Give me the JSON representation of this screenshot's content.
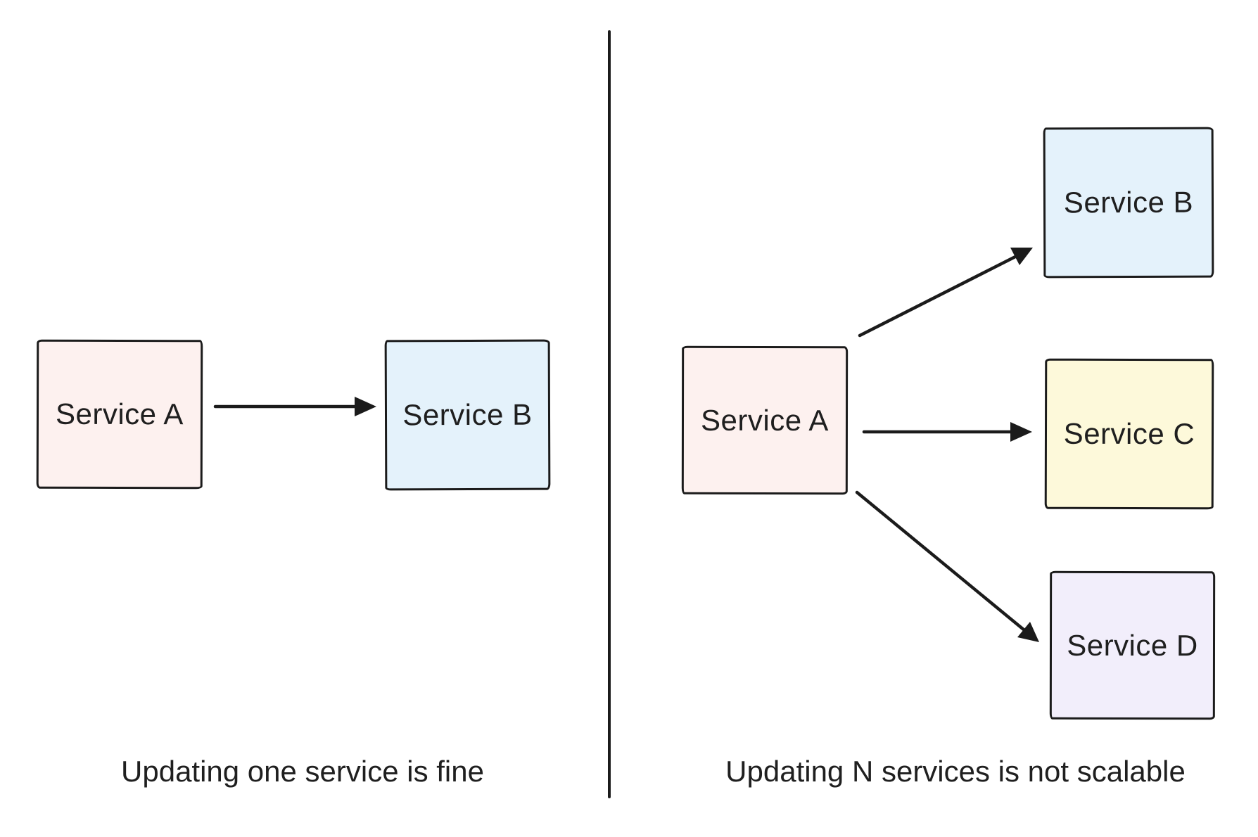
{
  "diagram": {
    "background": "#ffffff",
    "ink_color": "#1b1b1b",
    "left_panel": {
      "caption": "Updating one service is fine",
      "boxes": [
        {
          "label": "Service A",
          "fill": "#fdf1ef"
        },
        {
          "label": "Service B",
          "fill": "#e4f2fb"
        }
      ],
      "arrows": [
        {
          "from": "Service A",
          "to": "Service B",
          "direction": "right"
        }
      ]
    },
    "right_panel": {
      "caption": "Updating N services is not scalable",
      "boxes": [
        {
          "label": "Service A",
          "fill": "#fdf1ef"
        },
        {
          "label": "Service B",
          "fill": "#e4f2fb"
        },
        {
          "label": "Service C",
          "fill": "#fdf9da"
        },
        {
          "label": "Service D",
          "fill": "#f2eefb"
        }
      ],
      "arrows": [
        {
          "from": "Service A",
          "to": "Service B",
          "direction": "up-right"
        },
        {
          "from": "Service A",
          "to": "Service C",
          "direction": "right"
        },
        {
          "from": "Service A",
          "to": "Service D",
          "direction": "down-right"
        }
      ]
    }
  }
}
